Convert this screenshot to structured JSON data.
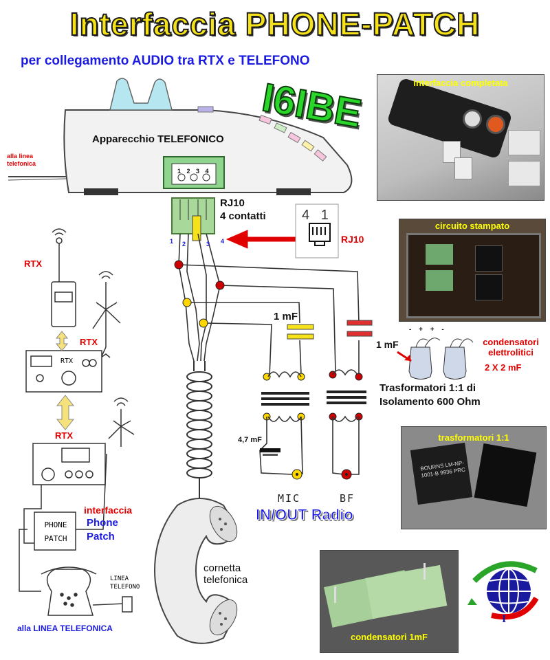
{
  "title": "Interfaccia PHONE-PATCH",
  "subtitle": "per collegamento AUDIO tra RTX e TELEFONO",
  "callsign": "I6IBE",
  "phone_label": "Apparecchio TELEFONICO",
  "line_label": "alla linea telefonica",
  "rj10": {
    "name": "RJ10",
    "contacts": "4 contatti",
    "pin_numbers": [
      "1",
      "2",
      "3",
      "4"
    ],
    "socket_pins": "4   1",
    "socket_label": "RJ10",
    "jack_pins": "1 2 3 4"
  },
  "capacitors": {
    "left": "1 mF",
    "right": "1 mF",
    "small": "4,7 mF"
  },
  "electrolytic": {
    "label": "condensatori elettrolitici",
    "value": "2 X 2 mF",
    "signs": "- + + -"
  },
  "transformers_label": "Trasformatori  1:1 di Isolamento 600 Ohm",
  "outputs": {
    "mic": "MIC",
    "bf": "BF",
    "io_label": "IN/OUT Radio"
  },
  "handset_label": "cornetta telefonica",
  "chain": {
    "rtx_top": "RTX",
    "rtx_mid": "RTX",
    "rtx_low": "RTX",
    "interface": "interfaccia",
    "interface_name1": "Phone",
    "interface_name2": "Patch",
    "box_text": "PHONE PATCH",
    "line_hand": "LINEA TELEFONO",
    "bottom": "alla LINEA TELEFONICA",
    "radio_text": "RTX"
  },
  "photos": [
    {
      "caption": "interfaccia completata"
    },
    {
      "caption": "circuito stampato"
    },
    {
      "caption": "trasformatori 1:1",
      "chip_text": "BOURNS LM-NP-1001-B 9936 PRC"
    },
    {
      "caption": "condensatori 1mF"
    }
  ],
  "logo_letter": "I",
  "colors": {
    "title": "#f5e21a",
    "callsign": "#2bd62b",
    "subtitle": "#1a1ae0",
    "red": "#e00000",
    "wire_node_red": "#cc0000",
    "wire_node_yellow": "#ffd700"
  }
}
